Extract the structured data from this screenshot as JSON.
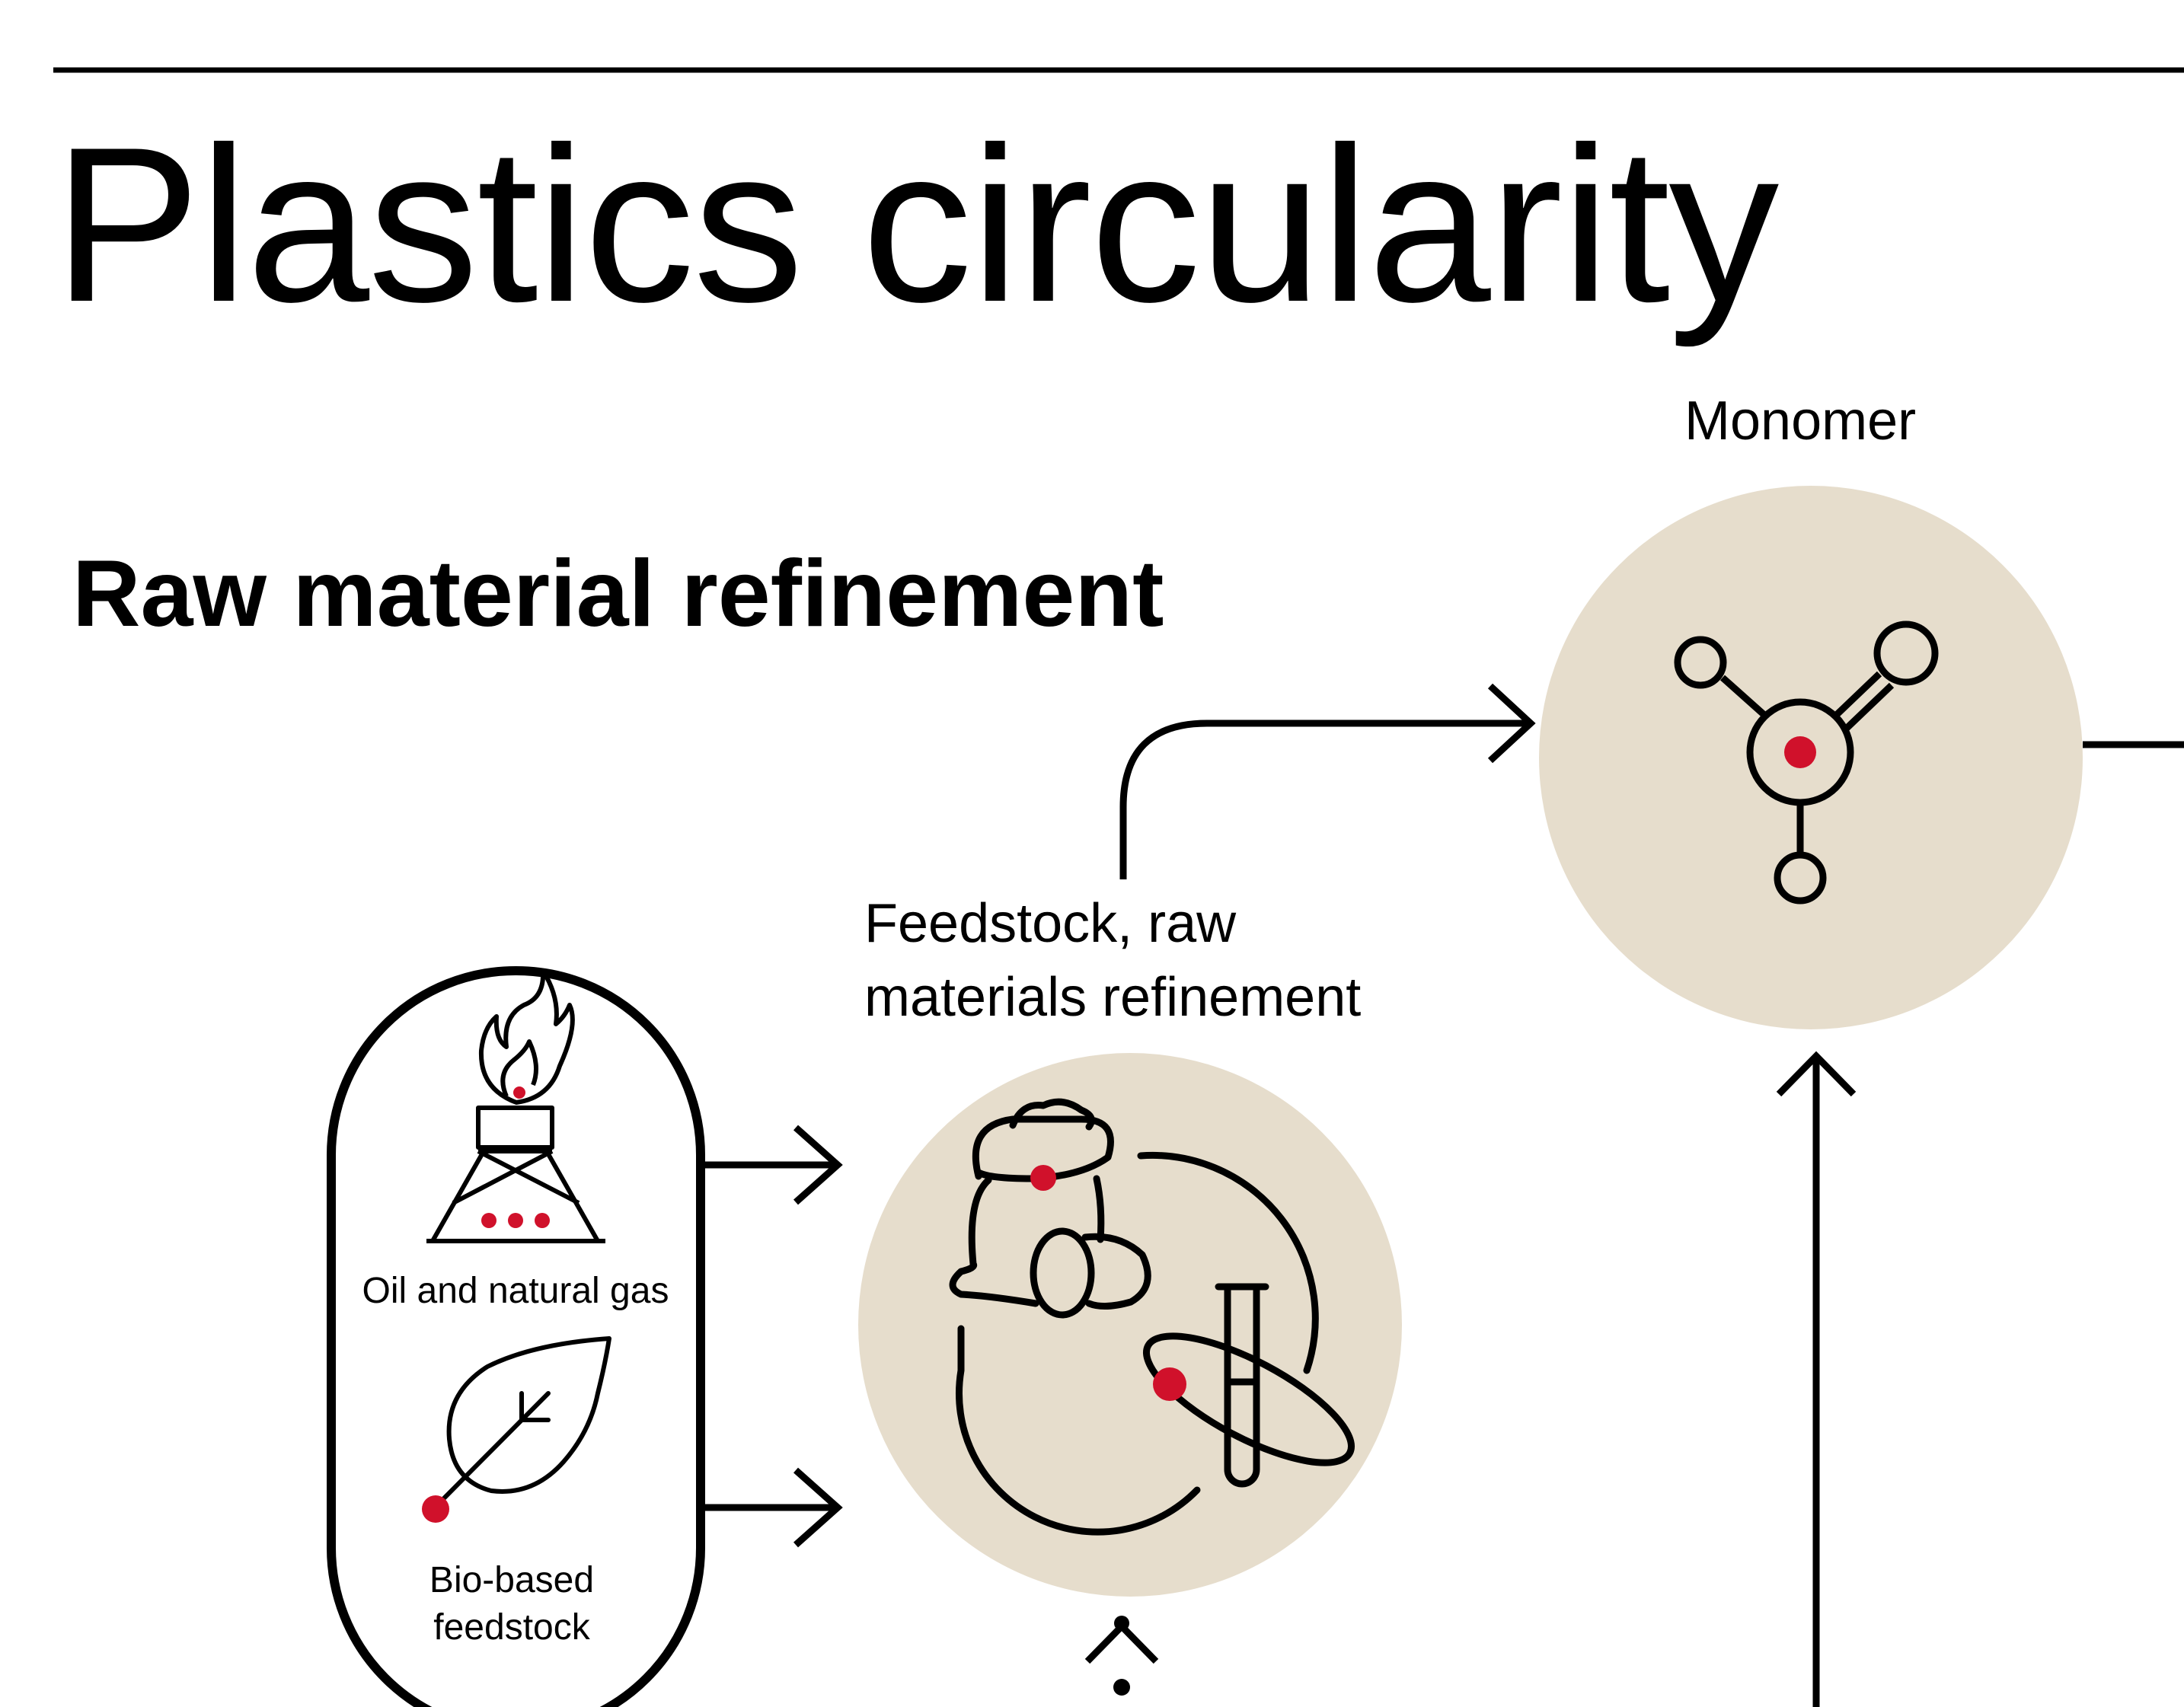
{
  "title": "Plastics circularity",
  "section_heading": "Raw material refinement",
  "nodes": {
    "monomer": {
      "label": "Monomer"
    },
    "feedstock_refinement": {
      "label_line1": "Feedstock, raw",
      "label_line2": "materials refinement"
    },
    "oil_and_gas": {
      "label": "Oil and natural gas"
    },
    "bio_based": {
      "label_line1": "Bio-based",
      "label_line2": "feedstock"
    }
  },
  "colors": {
    "accent_red": "#d0112b",
    "circle_fill": "#e6ddcc",
    "line": "#000000"
  }
}
